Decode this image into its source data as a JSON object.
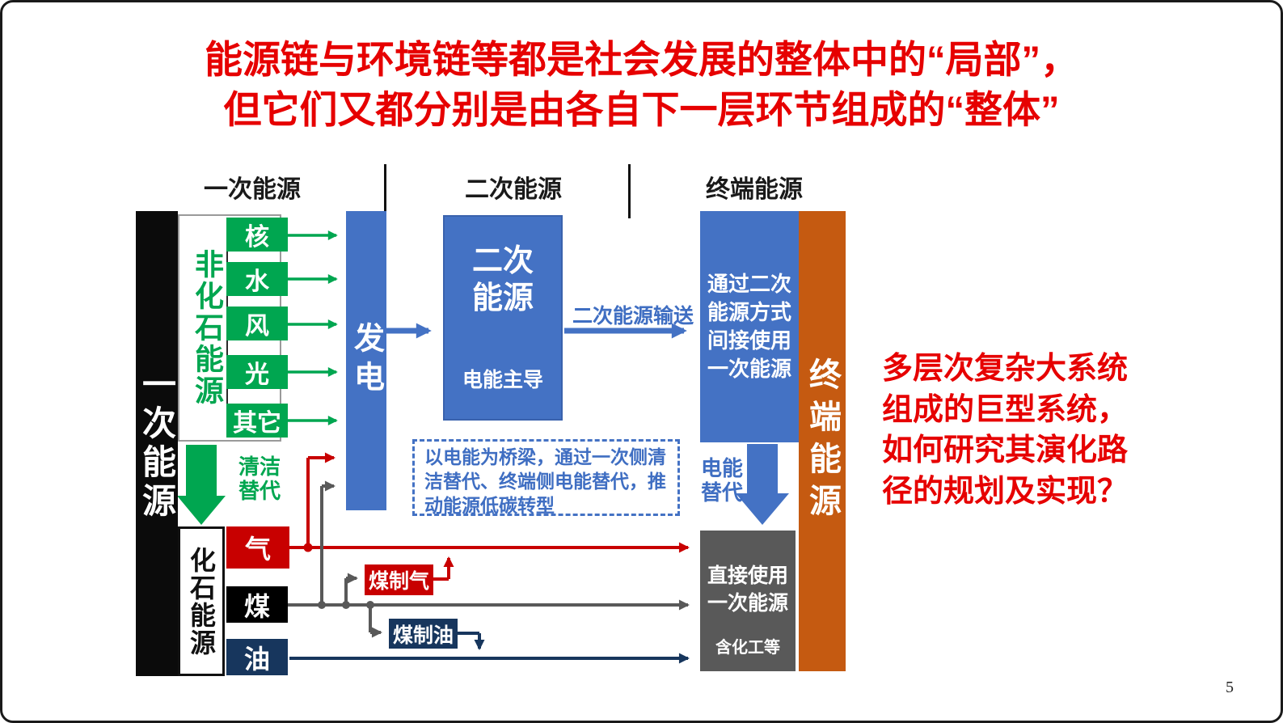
{
  "slide": {
    "title_line1": "能源链与环境链等都是社会发展的整体中的“局部”，",
    "title_line2": "但它们又都分别是由各自下一层环节组成的“整体”",
    "page_number": "5"
  },
  "columns": {
    "primary": "一次能源",
    "secondary": "二次能源",
    "terminal": "终端能源"
  },
  "diagram": {
    "primary_bar": "一次能源",
    "nonfossil_label": "非化石能源",
    "sources": [
      "核",
      "水",
      "风",
      "光",
      "其它"
    ],
    "generation_label": "发电",
    "secondary_box_title": "二次\n能源",
    "secondary_box_subtitle": "电能主导",
    "transmission_label": "二次能源输送",
    "indirect_box_text": "通过二次\n能源方式\n间接使用\n一次能源",
    "terminal_bar": "终端能源",
    "clean_substitution_label": "清洁\n替代",
    "fossil_label": "化石能源",
    "gas_label": "气",
    "coal_label": "煤",
    "oil_label": "油",
    "coal_to_gas_label": "煤制气",
    "coal_to_oil_label": "煤制油",
    "bridge_note": "以电能为桥梁，通过一次侧清\n洁替代、终端侧电能替代，推\n动能源低碳转型",
    "electricity_substitution_label": "电能\n替代",
    "direct_box_text": "直接使用\n一次能源",
    "direct_box_note": "含化工等"
  },
  "side_note": "多层次复杂大系统\n组成的巨型系统，\n如何研究其演化路\n径的规划及实现？",
  "colors": {
    "title_red": "#e60000",
    "box_blue": "#4472c4",
    "green": "#00a650",
    "red": "#c80000",
    "navy": "#17365d",
    "orange": "#c55a11",
    "gray": "#595959",
    "label_blue": "#3f6ec2"
  }
}
